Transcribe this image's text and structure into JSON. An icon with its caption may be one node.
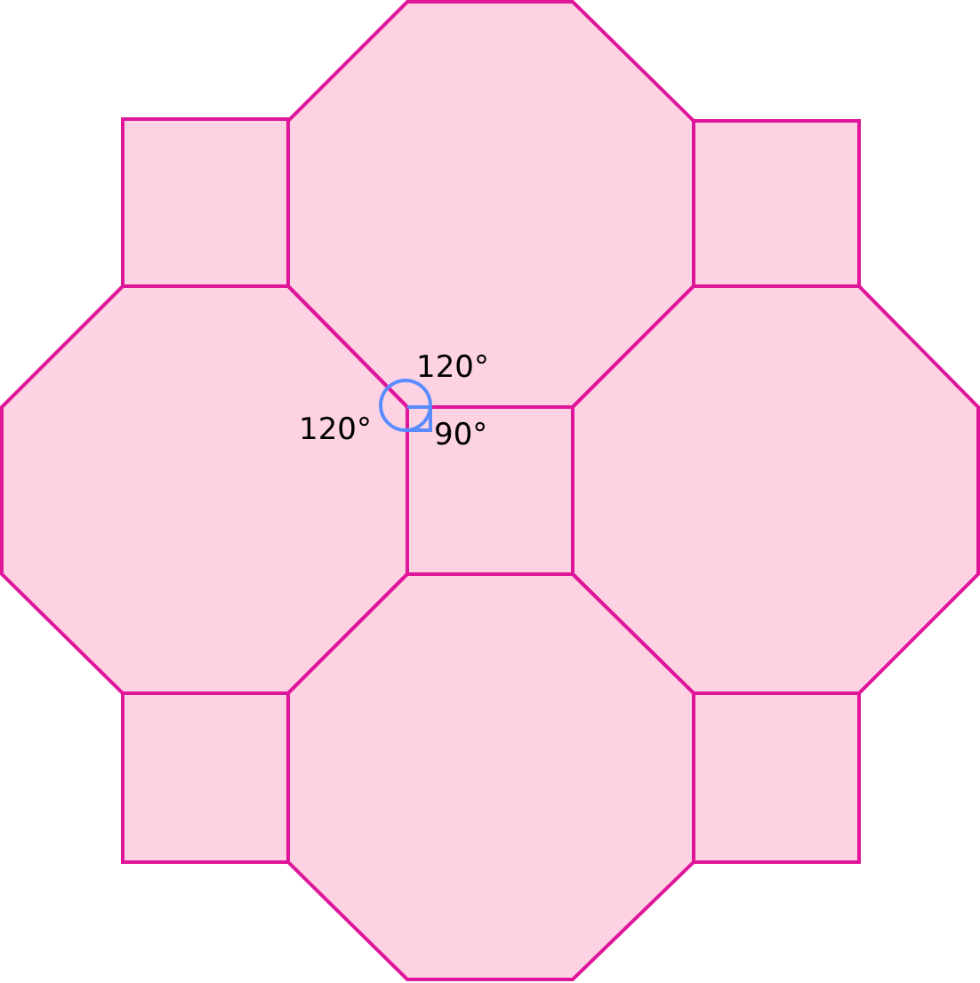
{
  "diagram": {
    "labels": [
      "120°",
      "120°",
      "90°"
    ]
  }
}
